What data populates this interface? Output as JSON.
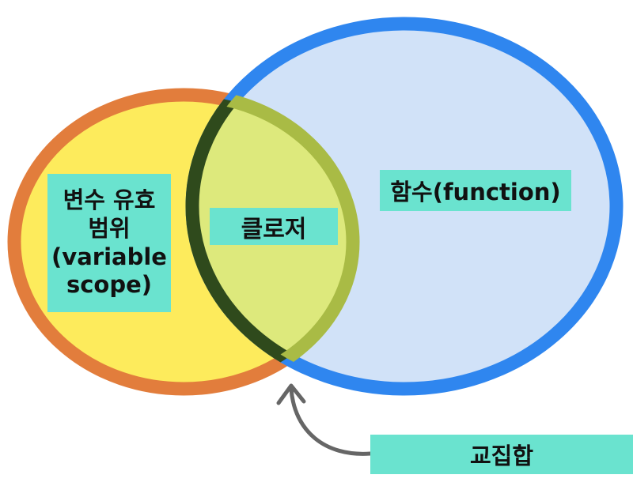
{
  "labels": {
    "variable_scope": [
      "변수 유효",
      "범위",
      "(variable",
      "scope)"
    ],
    "closure": "클로저",
    "function": "함수(function)",
    "intersection": "교집합"
  },
  "colors": {
    "left_fill": "#fdeb5c",
    "left_stroke": "#e27d3c",
    "right_fill": "#d1e2f8",
    "right_stroke": "#2f86ef",
    "overlap_fill": "#dde97c",
    "overlap_arc_dark": "#2f4a1c",
    "overlap_arc_light": "#a9bb45",
    "label_bg": "#6ae3cf",
    "arrow": "#666666"
  }
}
